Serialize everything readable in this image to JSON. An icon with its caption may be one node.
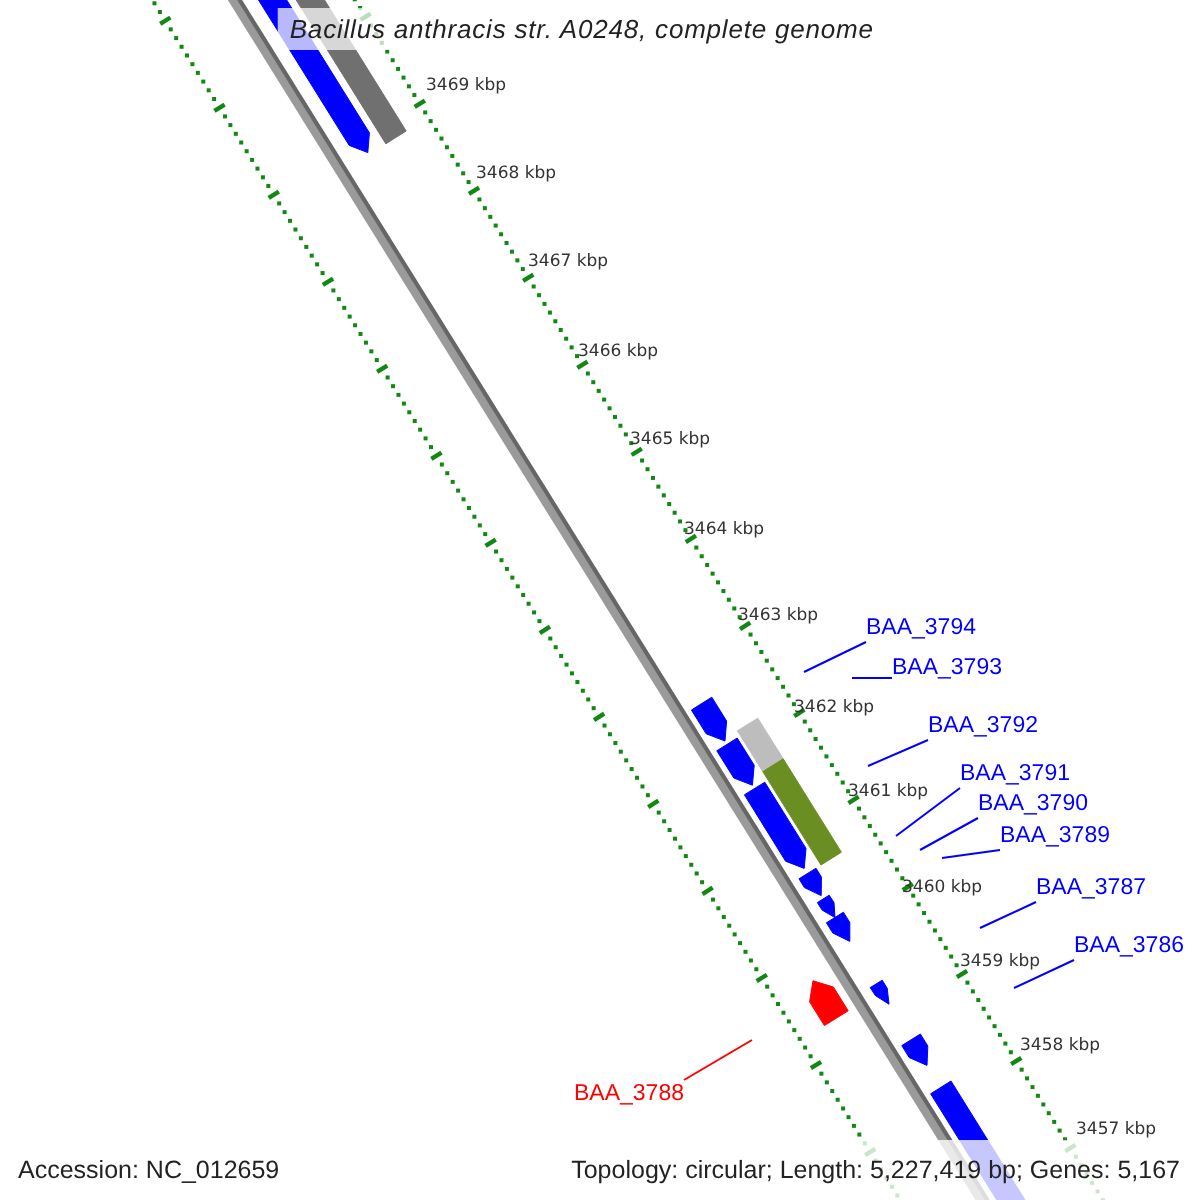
{
  "diagram": {
    "title": "Bacillus anthracis str. A0248, complete genome",
    "nodes": [
      {
        "text": [
          "BAA_3794"
        ]
      },
      {
        "text": [
          "BAA_3793"
        ]
      },
      {
        "text": [
          "BAA_3792"
        ]
      },
      {
        "text": [
          "BAA_3791"
        ]
      },
      {
        "text": [
          "BAA_3790"
        ]
      },
      {
        "text": [
          "BAA_3789"
        ]
      },
      {
        "text": [
          "BAA_3787"
        ]
      },
      {
        "text": [
          "BAA_3786"
        ]
      },
      {
        "text": [
          "BAA_3788"
        ]
      }
    ],
    "edges": [
      {
        "from": 0,
        "to": null,
        "arrow": "none"
      },
      {
        "from": 1,
        "to": null,
        "arrow": "none"
      },
      {
        "from": 2,
        "to": null,
        "arrow": "none"
      },
      {
        "from": 3,
        "to": null,
        "arrow": "none"
      },
      {
        "from": 4,
        "to": null,
        "arrow": "none"
      },
      {
        "from": 5,
        "to": null,
        "arrow": "none"
      },
      {
        "from": 6,
        "to": null,
        "arrow": "none"
      },
      {
        "from": 7,
        "to": null,
        "arrow": "none"
      },
      {
        "from": 8,
        "to": null,
        "arrow": "none",
        "color": "#ff0000"
      }
    ],
    "labels": [
      "3469 kbp",
      "3468 kbp",
      "3467 kbp",
      "3466 kbp",
      "3465 kbp",
      "3464 kbp",
      "3463 kbp",
      "3462 kbp",
      "3461 kbp",
      "3460 kbp",
      "3459 kbp",
      "3458 kbp",
      "3457 kbp",
      "Accession: NC_012659",
      "Topology: circular; Length: 5,227,419 bp; Genes: 5,167"
    ]
  }
}
